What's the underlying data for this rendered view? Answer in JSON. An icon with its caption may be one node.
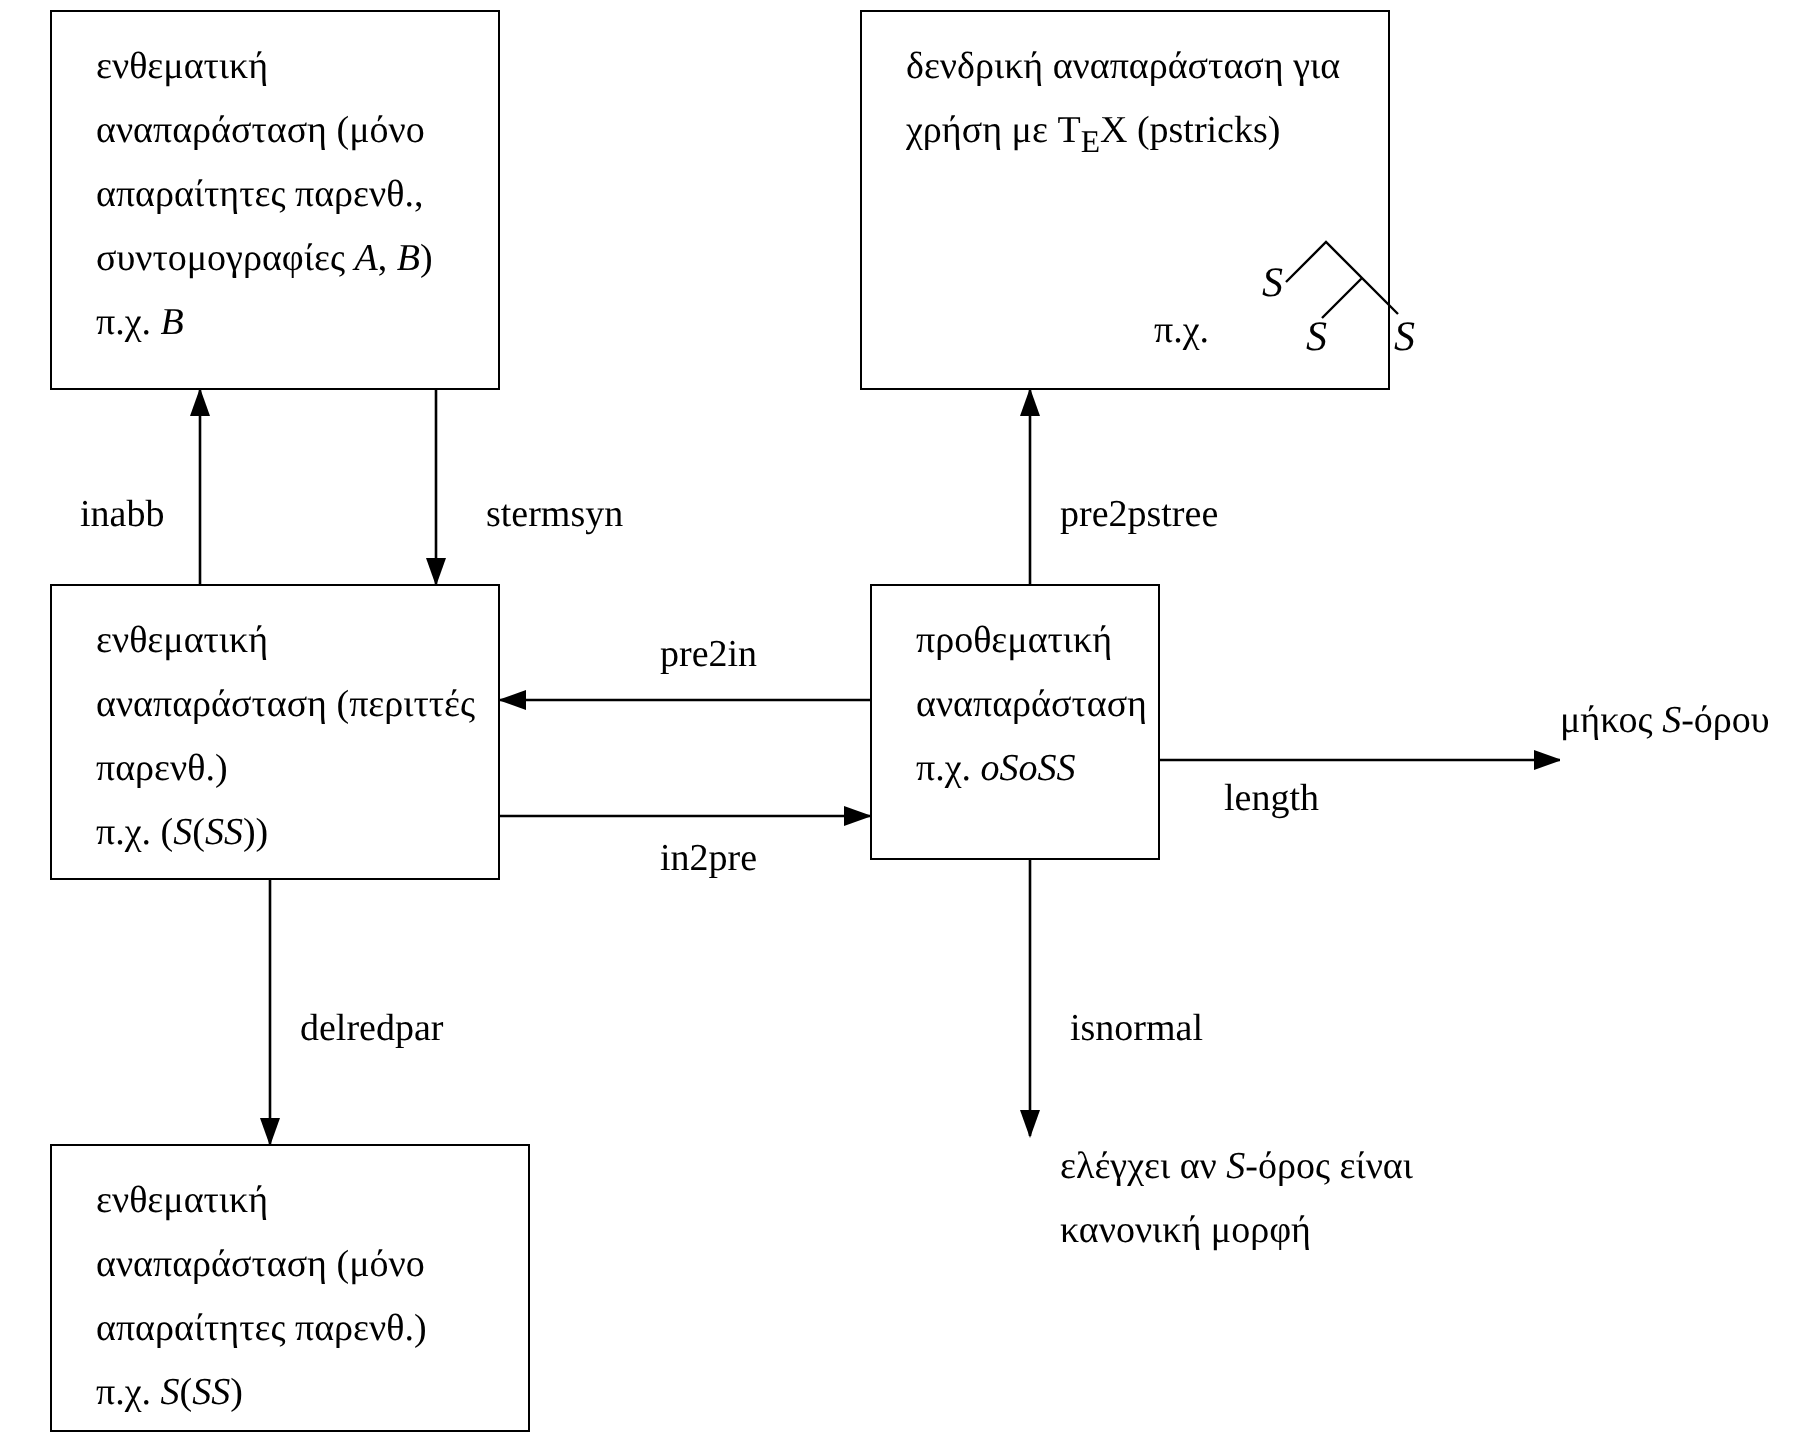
{
  "diagram": {
    "nodes": [
      {
        "text": [
          "ενθεματική αναπαράσταση (μόνο απαραίτητες παρενθ., συντομογραφίες *A*, *B*)",
          "π.χ. *B*"
        ]
      },
      {
        "text": [
          "δενδρική αναπαράσταση για χρήση με T$_{E}$X (pstricks)",
          "π.χ.",
          "S",
          "S",
          "S"
        ]
      },
      {
        "text": [
          "ενθεματική αναπαράσταση (περιττές παρενθ.)",
          "π.χ. (*S*(*SS*))"
        ]
      },
      {
        "text": [
          "προθεματική αναπαράσταση",
          "π.χ. *oSoSS*"
        ]
      },
      {
        "text": [
          "μήκος *S*-όρου"
        ]
      },
      {
        "text": [
          "ενθεματική αναπαράσταση (μόνο απαραίτητες παρενθ.)",
          "π.χ. *S*(*SS*)"
        ]
      },
      {
        "text": [
          "ελέγχει αν *S*-όρος είναι κανονική μορφή"
        ]
      }
    ],
    "edges": [
      {
        "from": 2,
        "to": 0,
        "arrow": "to",
        "label": "inabb"
      },
      {
        "from": 0,
        "to": 2,
        "arrow": "to",
        "label": "stermsyn"
      },
      {
        "from": 3,
        "to": 1,
        "arrow": "to",
        "label": "pre2pstree"
      },
      {
        "from": 3,
        "to": 2,
        "arrow": "to",
        "label": "pre2in"
      },
      {
        "from": 2,
        "to": 3,
        "arrow": "to",
        "label": "in2pre"
      },
      {
        "from": 3,
        "to": 4,
        "arrow": "to",
        "label": "length"
      },
      {
        "from": 2,
        "to": 5,
        "arrow": "to",
        "label": "delredpar"
      },
      {
        "from": 3,
        "to": 6,
        "arrow": "to",
        "label": "isnormal"
      }
    ]
  }
}
